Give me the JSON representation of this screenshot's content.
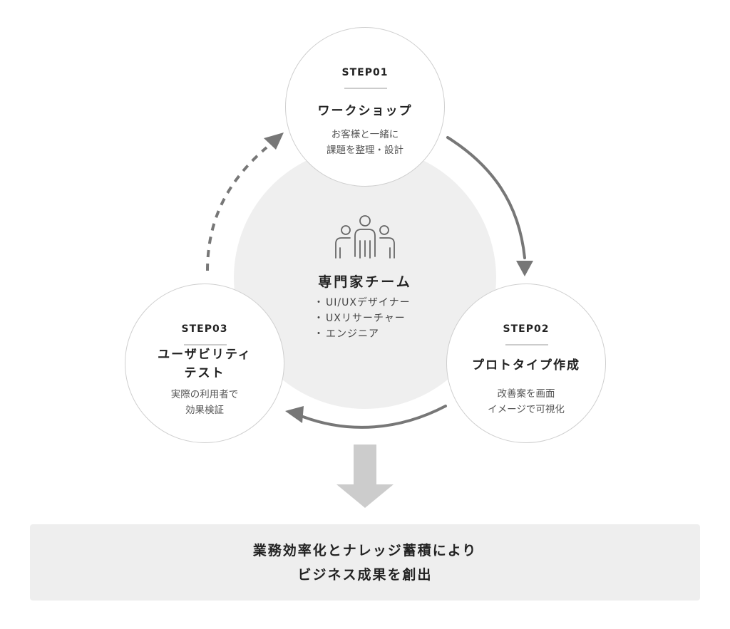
{
  "steps": [
    {
      "label": "STEP01",
      "title": "ワークショップ",
      "description": "お客様と一緒に\n課題を整理・設計"
    },
    {
      "label": "STEP02",
      "title": "プロトタイプ作成",
      "description": "改善案を画面\nイメージで可視化"
    },
    {
      "label": "STEP03",
      "title": "ユーザビリティ\nテスト",
      "description": "実際の利用者で\n効果検証"
    }
  ],
  "team": {
    "icon": "team-icon",
    "title": "専門家チーム",
    "members": [
      "UI/UXデザイナー",
      "UXリサーチャー",
      "エンジニア"
    ]
  },
  "result": {
    "line1": "業務効率化とナレッジ蓄積により",
    "line2": "ビジネス成果を創出"
  },
  "colors": {
    "arrow": "#777777",
    "down_arrow": "#cccccc",
    "center_fill": "#efefef",
    "circle_border": "#cfcfcf",
    "result_box": "#eeeeee"
  }
}
